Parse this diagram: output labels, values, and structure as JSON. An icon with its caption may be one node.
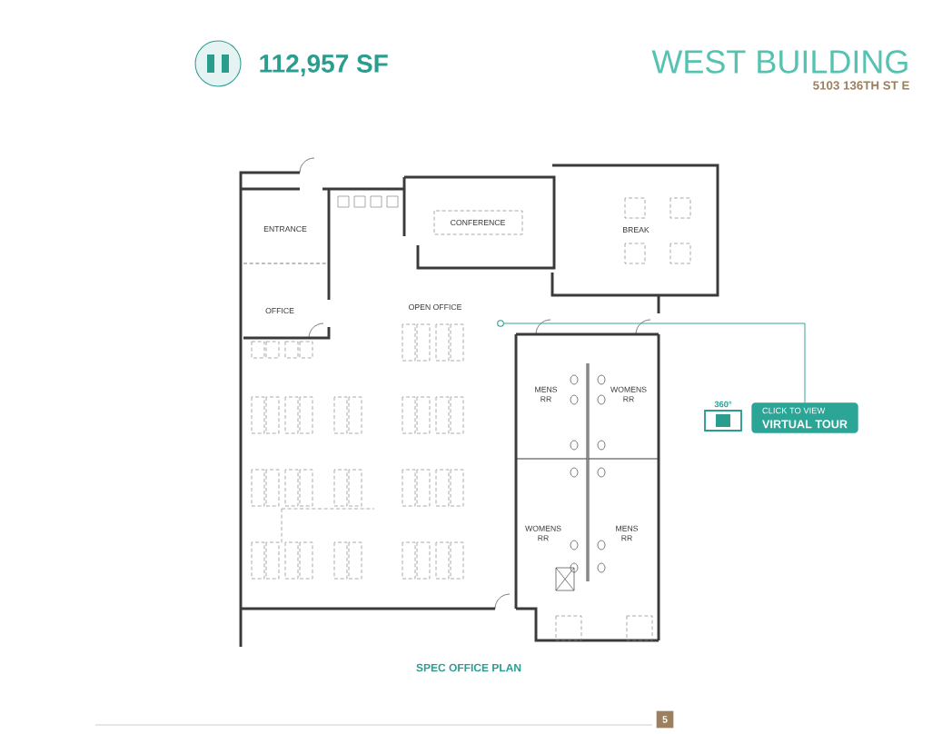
{
  "diagram": {
    "title": "WEST BUILDING",
    "caption": "SPEC OFFICE PLAN",
    "nodes": [
      {
        "text": [],
        "shape": "circle"
      },
      {
        "text": [
          "CLICK TO VIEW",
          "VIRTUAL TOUR"
        ]
      }
    ],
    "edges": [
      {
        "from": 1,
        "to": 0,
        "arrow": "none"
      }
    ],
    "labels": [
      "112,957 SF",
      "5103 136TH ST E",
      "CONFERENCE",
      "ENTRANCE",
      "BREAK",
      "OPEN OFFICE",
      "OFFICE",
      "MENS RR",
      "WOMENS RR",
      "360°",
      "WOMENS RR",
      "MENS RR",
      "5"
    ]
  }
}
